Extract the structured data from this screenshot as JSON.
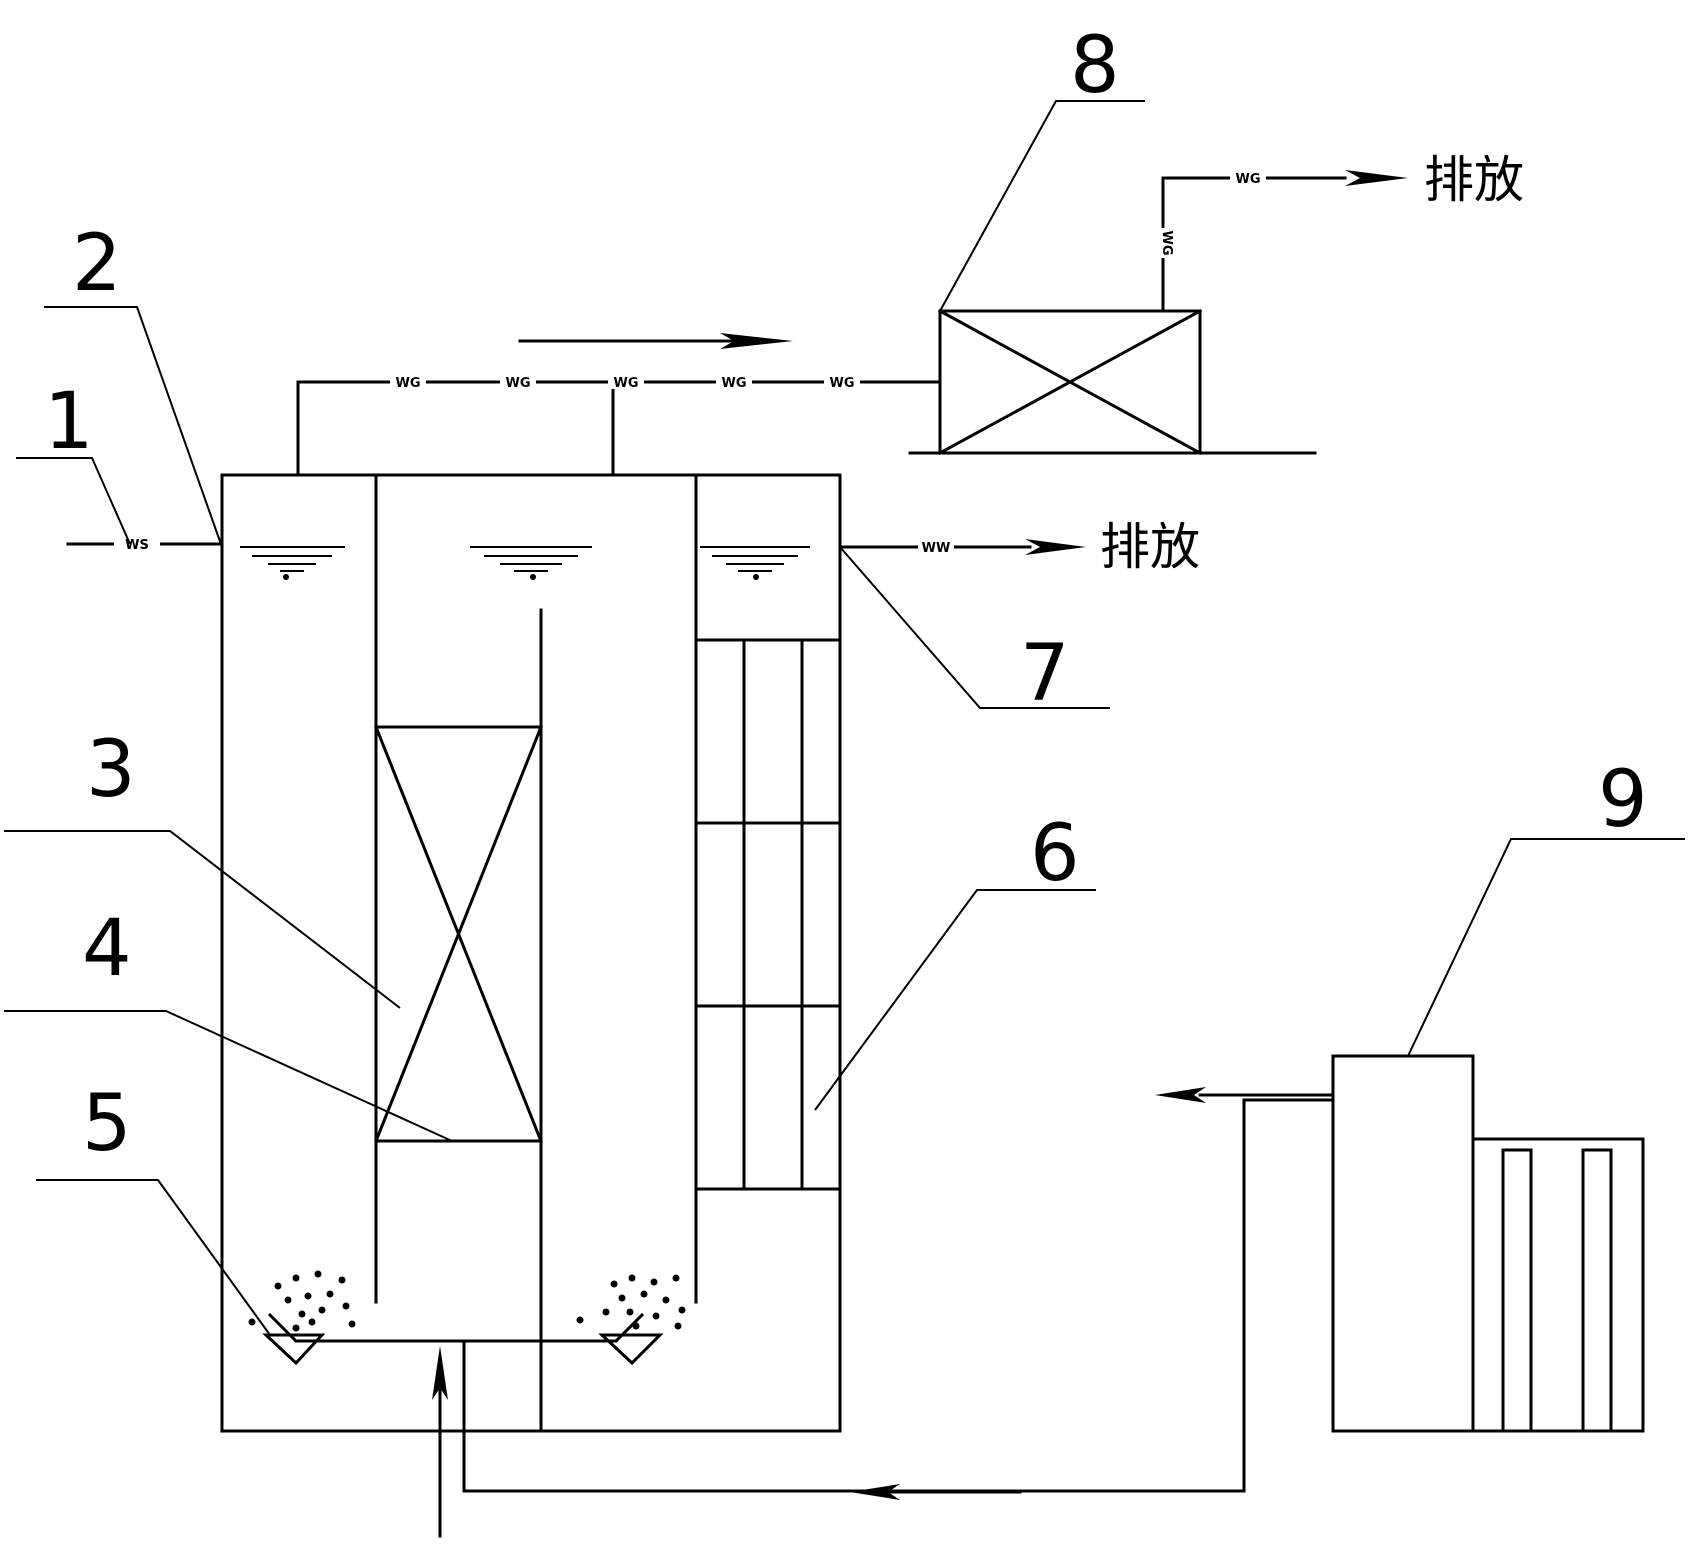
{
  "labels": {
    "n1": "1",
    "n2": "2",
    "n3": "3",
    "n4": "4",
    "n5": "5",
    "n6": "6",
    "n7": "7",
    "n8": "8",
    "n9": "9"
  },
  "outlets": {
    "top_discharge": "排放",
    "mid_discharge": "排放"
  },
  "pipe_codes": {
    "gas": "WG",
    "water": "WW",
    "inlet": "WS",
    "vent": "WG"
  }
}
